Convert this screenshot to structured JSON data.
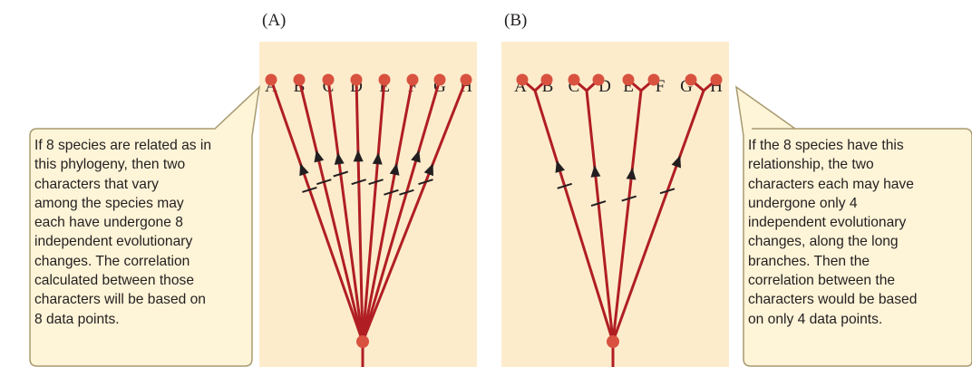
{
  "panels": [
    {
      "id": "A",
      "label": "(A)",
      "tips": [
        "A",
        "B",
        "C",
        "D",
        "E",
        "F",
        "G",
        "H"
      ]
    },
    {
      "id": "B",
      "label": "(B)",
      "tips": [
        "A",
        "B",
        "C",
        "D",
        "E",
        "F",
        "G",
        "H"
      ]
    }
  ],
  "callout_left": {
    "lines": [
      "If 8 species are related as in",
      "this phylogeny, then two",
      "characters that vary",
      "among the species may",
      "each have undergone 8",
      "independent evolutionary",
      "changes. The correlation",
      "calculated between those",
      "characters will be based on",
      "8 data points."
    ]
  },
  "callout_right": {
    "lines": [
      "If the 8 species have this",
      "relationship, the two",
      "characters each may have",
      "undergone only 4",
      "independent evolutionary",
      "changes, along the long",
      "branches. Then the",
      "correlation between the",
      "characters would be based",
      "on only 4 data points."
    ]
  },
  "colors": {
    "panel_bg": "#fdeccc",
    "callout_bg": "#fef4d8",
    "callout_border": "#a89a6f",
    "branch": "#b01e23",
    "node": "#d8523f",
    "arrow": "#231f20"
  }
}
